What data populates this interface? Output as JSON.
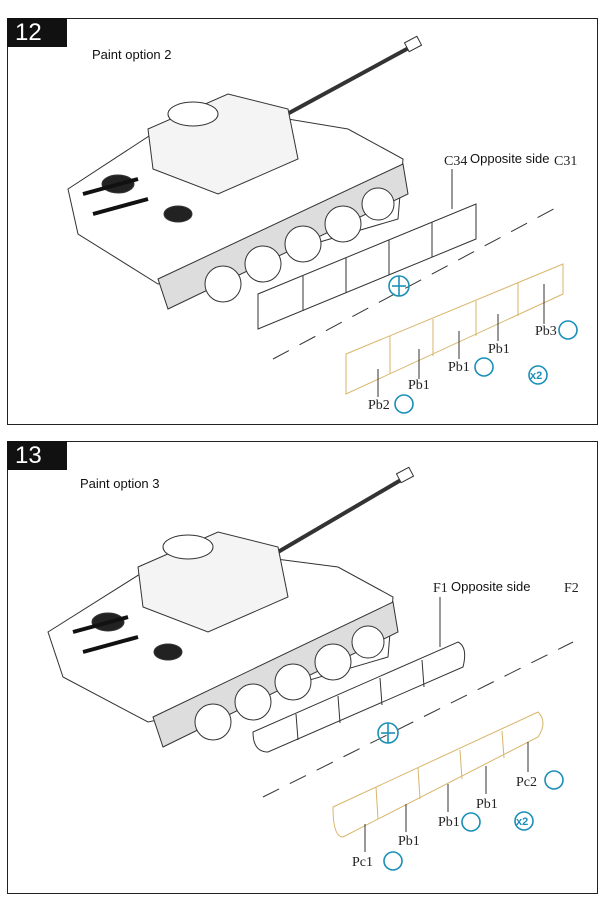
{
  "steps": [
    {
      "number": "12",
      "paint_option": "Paint option 2",
      "part_label": "C34",
      "opposite_label": "Opposite side",
      "opposite_part": "C31",
      "parts": [
        "Pb2",
        "Pb1",
        "Pb1",
        "Pb1",
        "Pb3"
      ],
      "multiplier": "x2"
    },
    {
      "number": "13",
      "paint_option": "Paint option 3",
      "part_label": "F1",
      "opposite_label": "Opposite side",
      "opposite_part": "F2",
      "parts": [
        "Pc1",
        "Pb1",
        "Pb1",
        "Pb1",
        "Pc2"
      ],
      "multiplier": "x2"
    }
  ],
  "colors": {
    "accent": "#1b8fb8",
    "frame": "#222222",
    "etch": "#d8b56a"
  }
}
